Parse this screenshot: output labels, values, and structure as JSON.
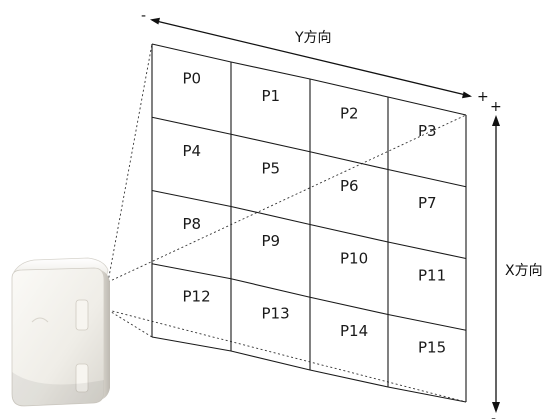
{
  "diagram": {
    "grid": {
      "rows": 4,
      "cols": 4,
      "cell_labels": [
        "P0",
        "P1",
        "P2",
        "P3",
        "P4",
        "P5",
        "P6",
        "P7",
        "P8",
        "P9",
        "P10",
        "P11",
        "P12",
        "P13",
        "P14",
        "P15"
      ]
    },
    "axes": {
      "y": {
        "label": "Y方向",
        "minus_sign": "-",
        "plus_sign": "+"
      },
      "x": {
        "label": "X方向",
        "plus_sign": "+",
        "minus_sign": "-"
      }
    },
    "colors": {
      "grid_line": "#1a1a1a",
      "axis_arrow": "#111111",
      "frustum_line": "#333333",
      "sensor_body": "#f3f1ec"
    }
  }
}
